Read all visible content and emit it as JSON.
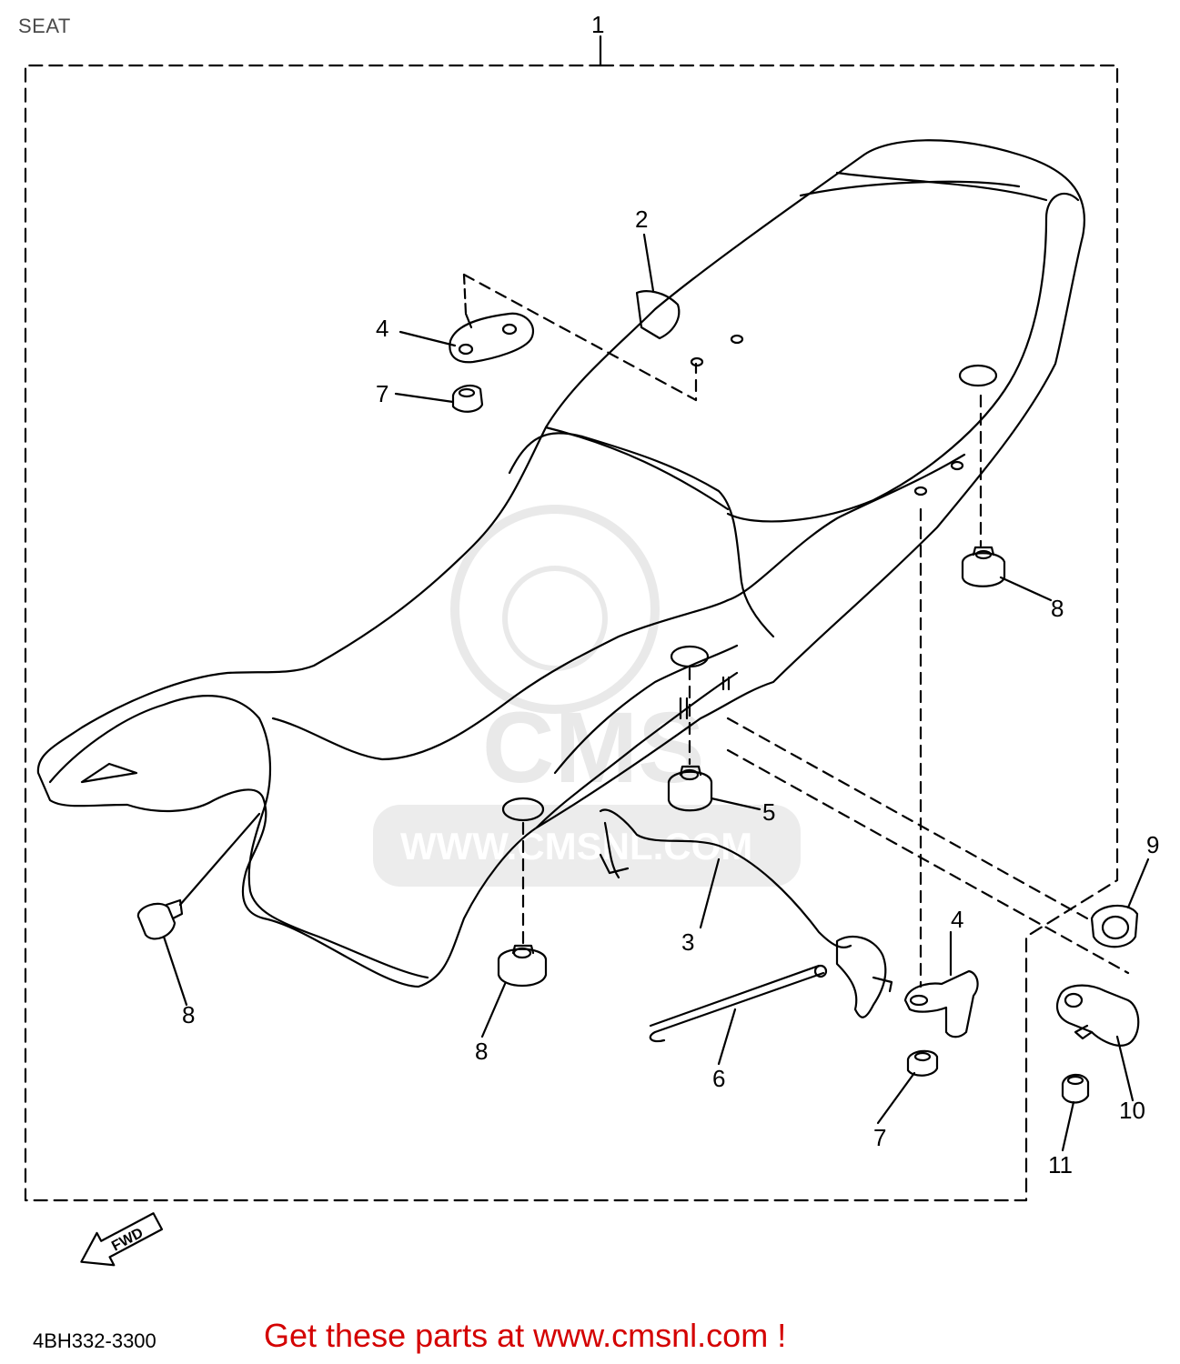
{
  "page": {
    "title": "SEAT",
    "part_code": "4BH332-3300",
    "call_to_action": "Get these parts at www.cmsnl.com !"
  },
  "fwd_arrow": {
    "label": "FWD"
  },
  "watermark": {
    "brand": "CMS",
    "url": "WWW.CMSNL.COM"
  },
  "callouts": {
    "c1": "1",
    "c2": "2",
    "c3": "3",
    "c4a": "4",
    "c4b": "4",
    "c5": "5",
    "c6": "6",
    "c7a": "7",
    "c7b": "7",
    "c8a": "8",
    "c8b": "8",
    "c8c": "8",
    "c9": "9",
    "c10": "10",
    "c11": "11"
  }
}
